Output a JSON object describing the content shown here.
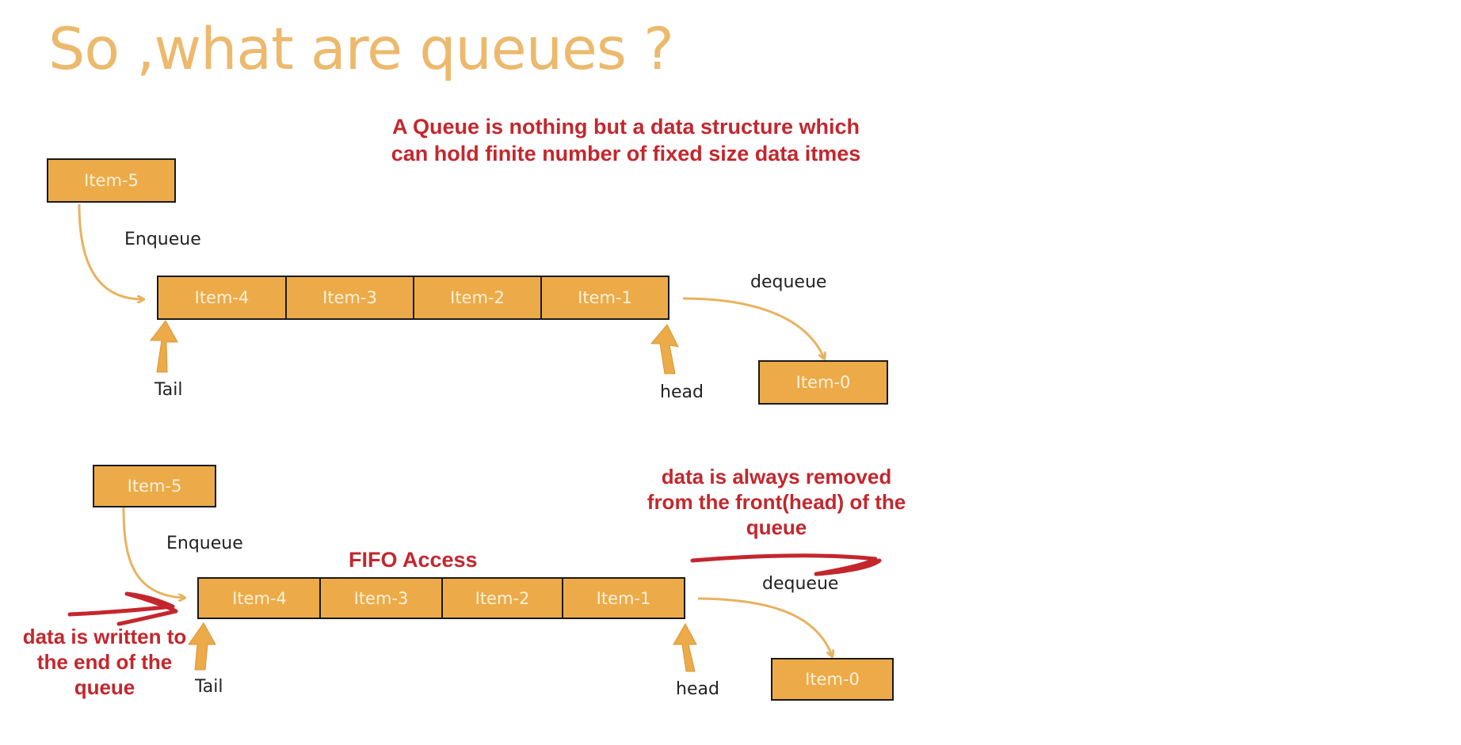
{
  "title": "So ,what are queues ?",
  "definition": {
    "line1": "A Queue is nothing but a data structure which",
    "line2": "can hold finite number of fixed size data itmes"
  },
  "diagram1": {
    "new_item": "Item-5",
    "enqueue_label": "Enqueue",
    "queue_items": [
      "Item-4",
      "Item-3",
      "Item-2",
      "Item-1"
    ],
    "dequeue_label": "dequeue",
    "removed_item": "Item-0",
    "tail_label": "Tail",
    "head_label": "head"
  },
  "diagram2": {
    "new_item": "Item-5",
    "enqueue_label": "Enqueue",
    "fifo_label": "FIFO Access",
    "queue_items": [
      "Item-4",
      "Item-3",
      "Item-2",
      "Item-1"
    ],
    "dequeue_label": "dequeue",
    "removed_item": "Item-0",
    "tail_label": "Tail",
    "head_label": "head",
    "removed_note": {
      "line1": "data is always removed",
      "line2": "from the front(head) of the",
      "line3": "queue"
    },
    "written_note": {
      "line1": "data is written to",
      "line2": "the end of the",
      "line3": "queue"
    }
  },
  "colors": {
    "title": "#ecb96d",
    "box_fill": "#ecab48",
    "box_text": "#fdf1dc",
    "arrow": "#e8b25f",
    "annotation": "#c3272d"
  }
}
